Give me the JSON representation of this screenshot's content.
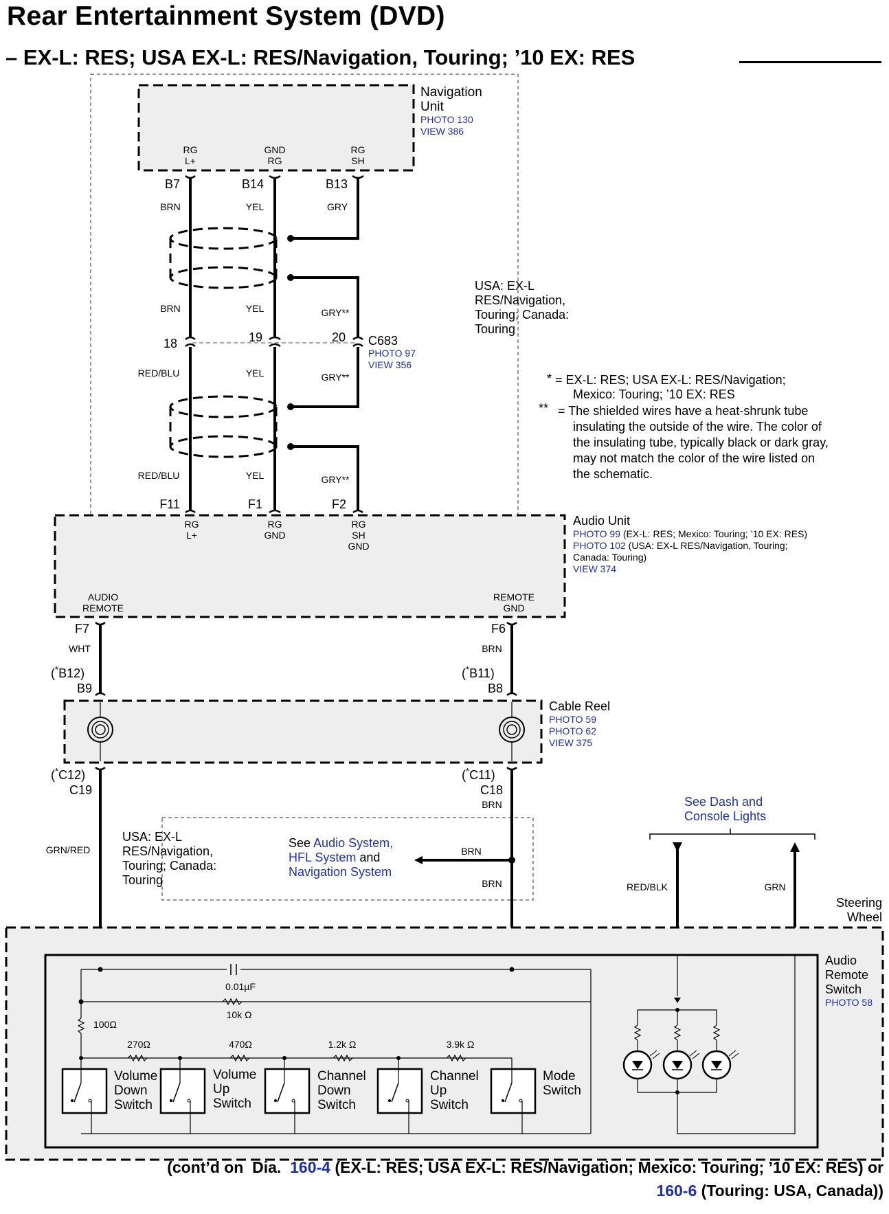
{
  "title": "Rear Entertainment System (DVD)",
  "subtitle": "– EX-L: RES; USA EX-L: RES/Navigation, Touring; ’10 EX: RES",
  "footer": {
    "line1": {
      "prefix": "(cont’d on",
      "dia": "Dia.",
      "link": "160-4",
      "text": "(EX-L: RES; USA EX-L: RES/Navigation; Mexico: Touring; ’10 EX: RES) or"
    },
    "line2": {
      "link": "160-6",
      "text": "(Touring: USA, Canada))"
    }
  },
  "navigation_unit": {
    "name": [
      "Navigation",
      "Unit"
    ],
    "photo": "PHOTO 130",
    "view": "VIEW 386",
    "pins": [
      {
        "label": [
          "RG",
          "L+"
        ],
        "terminal": "B7",
        "wire": "BRN"
      },
      {
        "label": [
          "GND",
          "RG"
        ],
        "terminal": "B14",
        "wire": "YEL"
      },
      {
        "label": [
          "RG",
          "SH"
        ],
        "terminal": "B13",
        "wire": "GRY"
      }
    ]
  },
  "connector_c683": {
    "name": "C683",
    "photo": "PHOTO 97",
    "view": "VIEW 356",
    "pins": [
      "18",
      "19",
      "20"
    ],
    "upper_wires": [
      "BRN",
      "YEL",
      "GRY**"
    ],
    "lower_wires": [
      "RED/BLU",
      "YEL",
      "GRY**"
    ]
  },
  "lower_wires": [
    "RED/BLU",
    "YEL",
    "GRY**"
  ],
  "region_note": [
    "USA: EX-L",
    "RES/Navigation,",
    "Touring; Canada:",
    "Touring"
  ],
  "notes": {
    "star": {
      "mark": "*",
      "text": [
        "= EX-L: RES; USA EX-L: RES/Navigation;",
        "Mexico: Touring; ’10 EX: RES"
      ]
    },
    "dstar": {
      "mark": "**",
      "text": [
        "= The shielded wires have a heat-shrunk tube",
        "insulating the outside of the wire.  The color of",
        "the insulating tube, typically black or dark gray,",
        "may not match the color of the wire listed on",
        "the schematic."
      ]
    }
  },
  "audio_unit": {
    "name": "Audio Unit",
    "refs": [
      {
        "link": "PHOTO 99",
        "text": " (EX-L: RES; Mexico: Touring; ’10 EX: RES)"
      },
      {
        "link": "PHOTO 102",
        "text": " (USA: EX-L RES/Navigation, Touring;"
      },
      {
        "link": "",
        "text": "Canada: Touring)"
      },
      {
        "link": "VIEW 374",
        "text": ""
      }
    ],
    "top_terminals": [
      "F11",
      "F1",
      "F2"
    ],
    "top_labels": [
      [
        "RG",
        "L+"
      ],
      [
        "RG",
        "GND"
      ],
      [
        "RG",
        "SH",
        "GND"
      ]
    ],
    "left": {
      "label": [
        "AUDIO",
        "REMOTE"
      ],
      "terminal": "F7",
      "wire": "WHT"
    },
    "right": {
      "label": [
        "REMOTE",
        "GND"
      ],
      "terminal": "F6",
      "wire": "BRN"
    }
  },
  "cable_reel": {
    "name": "Cable Reel",
    "refs": [
      "PHOTO 59",
      "PHOTO 62",
      "VIEW 375"
    ],
    "left_top": {
      "alt": "B12",
      "pin": "B9"
    },
    "right_top": {
      "alt": "B11",
      "pin": "B8"
    },
    "left_bottom": {
      "alt": "C12",
      "pin": "C19",
      "wire": "GRN/RED"
    },
    "right_bottom": {
      "alt": "C11",
      "pin": "C18",
      "wire": "BRN"
    }
  },
  "see_also": {
    "prefix": "See ",
    "links": [
      "Audio System,",
      "HFL System",
      "Navigation System"
    ],
    "joiner": " and",
    "wire_top": "BRN",
    "wire_bottom": "BRN"
  },
  "dash_lights": {
    "label": [
      "See Dash and",
      "Console Lights"
    ],
    "wire_left": "RED/BLK",
    "wire_right": "GRN"
  },
  "steering_wheel": [
    "Steering",
    "Wheel"
  ],
  "audio_remote_switch": {
    "name": [
      "Audio",
      "Remote",
      "Switch"
    ],
    "photo": "PHOTO 58",
    "capacitor": "0.01µF",
    "resistor_parallel": "10k Ω",
    "resistor_series": "100Ω",
    "ladder_resistors": [
      "270Ω",
      "470Ω",
      "1.2k Ω",
      "3.9k Ω"
    ],
    "switches": [
      [
        "Volume",
        "Down",
        "Switch"
      ],
      [
        "Volume",
        "Up",
        "Switch"
      ],
      [
        "Channel",
        "Down",
        "Switch"
      ],
      [
        "Channel",
        "Up",
        "Switch"
      ],
      [
        "Mode",
        "Switch"
      ]
    ]
  }
}
